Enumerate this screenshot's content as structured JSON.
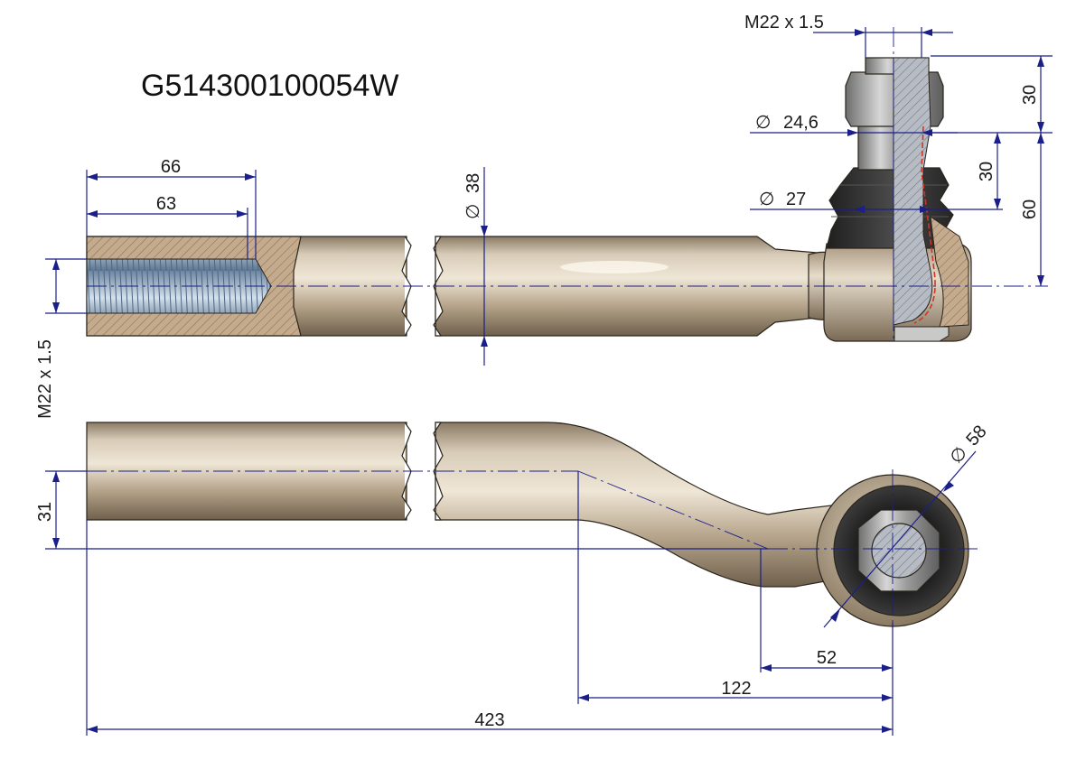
{
  "part_number": "G514300100054W",
  "dimensions": {
    "thread_top": "M22 x 1.5",
    "thread_left": "M22 x 1.5",
    "nut_height": "30",
    "stud_height": "30",
    "ball_height": "60",
    "dia_stud": "24,6",
    "dia_boot": "27",
    "dia_bar": "38",
    "bore_depth_66": "66",
    "thread_depth_63": "63",
    "offset_31": "31",
    "dia_eye": "58",
    "len_52": "52",
    "len_122": "122",
    "len_423": "423"
  },
  "symbols": {
    "diameter": "∅"
  },
  "colors": {
    "dimension": "#1b1f8a",
    "metal_light": "#e4d8c6",
    "metal_mid": "#b8a68c",
    "metal_dark": "#7d6d58",
    "section_hatch": "#a8886a",
    "boot": "#2b2b2b",
    "thread": "#8ea4bb",
    "section_line": "#d0352a"
  }
}
